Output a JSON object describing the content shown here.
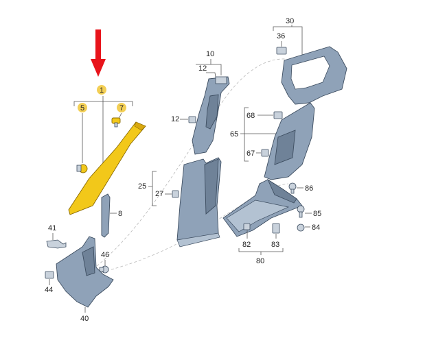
{
  "labels": {
    "l1": "1",
    "l5": "5",
    "l7": "7",
    "l8": "8",
    "l10": "10",
    "l12a": "12",
    "l12b": "12",
    "l25": "25",
    "l27": "27",
    "l30": "30",
    "l36": "36",
    "l40": "40",
    "l41": "41",
    "l44": "44",
    "l46": "46",
    "l65": "65",
    "l67": "67",
    "l68": "68",
    "l80": "80",
    "l82": "82",
    "l83": "83",
    "l84": "84",
    "l85": "85",
    "l86": "86"
  },
  "colors": {
    "arrow": "#e8141b",
    "highlight_part": "#f2c81a",
    "trim_panel": "#8fa2b8"
  }
}
